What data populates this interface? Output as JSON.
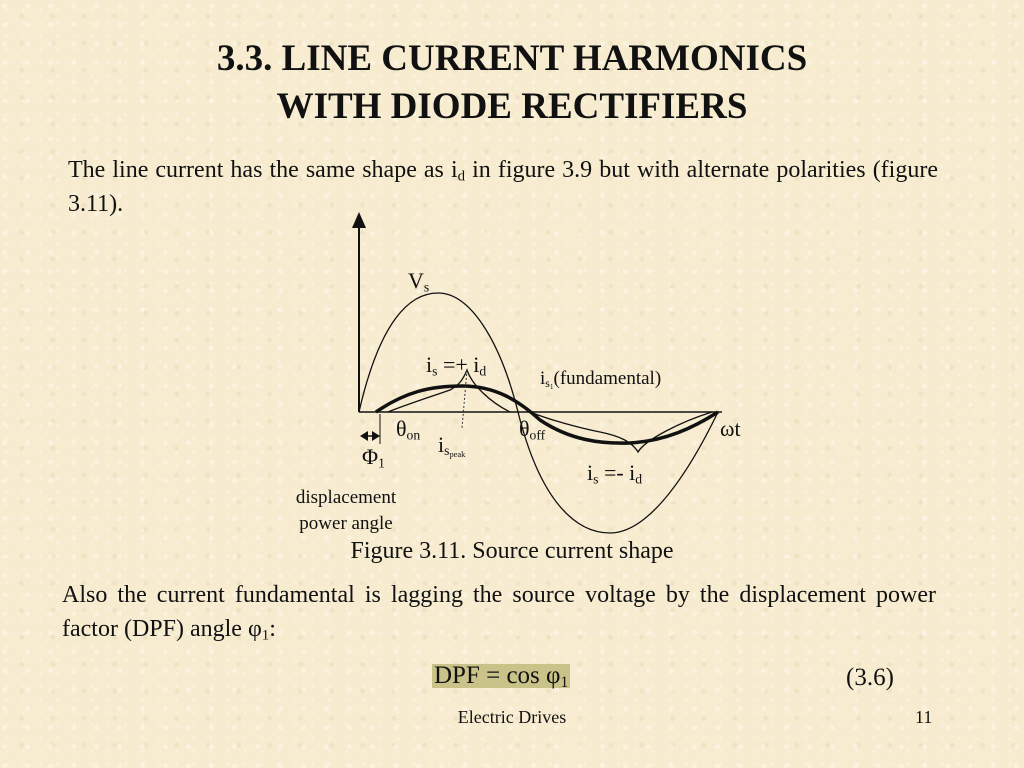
{
  "title": {
    "line1": "3.3. LINE CURRENT HARMONICS",
    "line2": "WITH DIODE RECTIFIERS"
  },
  "paragraph1": {
    "part1": "The line current has the same shape as i",
    "sub": "d",
    "part2": " in figure 3.9 but with alternate polarities (figure 3.11)."
  },
  "figure": {
    "labels": {
      "vs_main": "V",
      "vs_sub": "s",
      "is_plus_main": "i",
      "is_plus_sub1": "s",
      "is_plus_mid": " =+ i",
      "is_plus_sub2": "d",
      "is1_main": "i",
      "is1_sub": "s",
      "is1_subsub": "1",
      "is1_text": "(fundamental)",
      "theta_on_main": "θ",
      "theta_on_sub": "on",
      "theta_off_main": "θ",
      "theta_off_sub": "off",
      "omega_t": "ωt",
      "ispeak_main": "i",
      "ispeak_sub": "s",
      "ispeak_subsub": "peak",
      "is_minus_main": "i",
      "is_minus_sub1": "s",
      "is_minus_mid": " =- i",
      "is_minus_sub2": "d",
      "phi_main": "Φ",
      "phi_sub": "1",
      "displacement_line1": "displacement",
      "displacement_line2": "power angle"
    },
    "caption": "Figure 3.11. Source current shape"
  },
  "paragraph2": {
    "part1": "Also the current fundamental is lagging the source voltage by the displacement power factor (DPF) angle φ",
    "sub": "1",
    "part2": ":"
  },
  "equation": {
    "main": "DPF = cos φ",
    "sub": "1",
    "number": "(3.6)"
  },
  "footer": {
    "text": "Electric Drives",
    "page": "11"
  }
}
